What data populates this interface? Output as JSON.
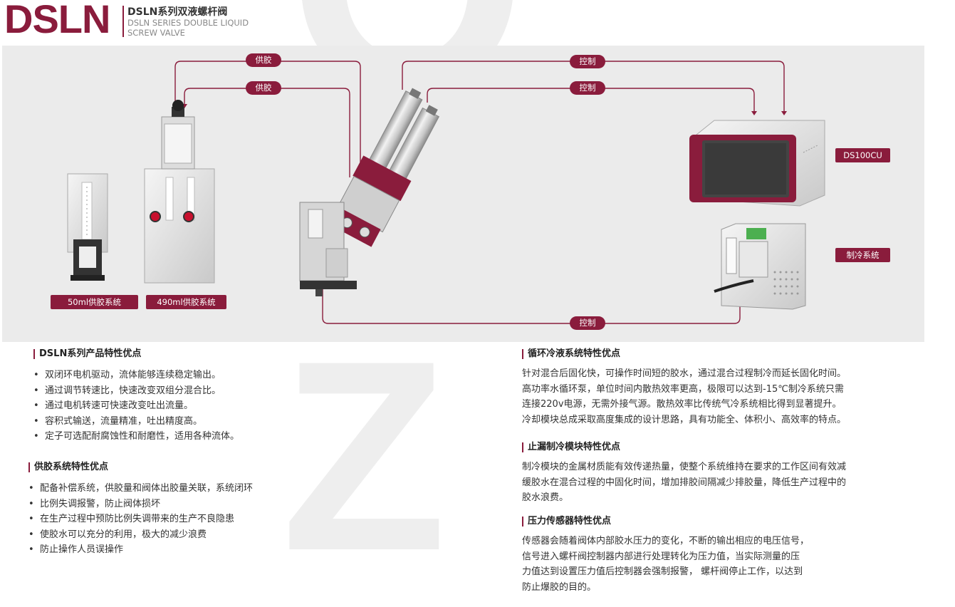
{
  "header": {
    "logo": "DSLN",
    "title_cn": "DSLN系列双液螺杆阀",
    "title_en_line1": "DSLN SERIES DOUBLE LIQUID",
    "title_en_line2": "SCREW VALVE"
  },
  "diagram": {
    "pill_supply_top": "供胶",
    "pill_supply_bottom": "供胶",
    "pill_control_top": "控制",
    "pill_control_middle": "控制",
    "pill_control_bottom": "控制",
    "label_50ml": "50ml供胶系统",
    "label_490ml": "490ml供胶系统",
    "label_ds100cu": "DS100CU",
    "label_cooling": "制冷系统",
    "accent_color": "#8a1c3c"
  },
  "sections": {
    "product": {
      "title": "DSLN系列产品特性优点",
      "items": [
        "双闭环电机驱动，流体能够连续稳定输出。",
        "通过调节转速比，快速改变双组分混合比。",
        "通过电机转速可快速改变吐出流量。",
        "容积式输送，流量精准，吐出精度高。",
        "定子可选配耐腐蚀性和耐磨性，适用各种流体。"
      ]
    },
    "supply": {
      "title": "供胶系统特性优点",
      "items": [
        "配备补偿系统，供胶量和阀体出胶量关联，系统闭环",
        "比例失调报警，防止阀体损坏",
        "在生产过程中预防比例失调带来的生产不良隐患",
        "使胶水可以充分的利用，极大的减少浪费",
        "防止操作人员误操作"
      ]
    },
    "cooling": {
      "title": "循环冷液系统特性优点",
      "lines": [
        "针对混合后固化快，可操作时间短的胶水，通过混合过程制冷而延长固化时间。",
        "高功率水循环泵，单位时间内散热效率更高，极限可以达到-15℃制冷系统只需",
        "连接220v电源，无需外接气源。散热效率比传统气冷系统相比得到显著提升。",
        "冷却模块总成采取高度集成的设计思路，具有功能全、体积小、高效率的特点。"
      ]
    },
    "leakproof": {
      "title": "止漏制冷模块特性优点",
      "lines": [
        "制冷模块的金属材质能有效传递热量，使整个系统维持在要求的工作区间有效减",
        "缓胶水在混合过程的中固化时间，增加排胶间隔减少排胶量，降低生产过程中的",
        "胶水浪费。"
      ]
    },
    "pressure": {
      "title": "压力传感器特性优点",
      "lines": [
        "传感器会随着阀体内部胶水压力的变化，不断的输出相应的电压信号，",
        "信号进入螺杆阀控制器内部进行处理转化为压力值，当实际测量的压",
        "力值达到设置压力值后控制器会强制报警， 螺杆阀停止工作，以达到",
        "防止爆胶的目的。"
      ]
    }
  }
}
